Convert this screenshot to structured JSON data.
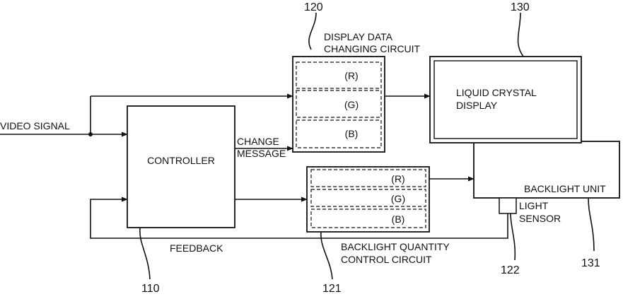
{
  "labels": {
    "video_signal": "VIDEO SIGNAL",
    "controller": "CONTROLLER",
    "change_message_1": "CHANGE",
    "change_message_2": "MESSAGE",
    "display_data_1": "DISPLAY DATA",
    "display_data_2": "CHANGING CIRCUIT",
    "lcd_1": "LIQUID CRYSTAL",
    "lcd_2": "DISPLAY",
    "backlight_unit": "BACKLIGHT UNIT",
    "light_sensor_1": "LIGHT",
    "light_sensor_2": "SENSOR",
    "feedback": "FEEDBACK",
    "backlight_qty_1": "BACKLIGHT QUANTITY",
    "backlight_qty_2": "CONTROL CIRCUIT"
  },
  "display_channels": [
    "(R)",
    "(G)",
    "(B)"
  ],
  "backlight_channels": [
    "(R)",
    "(G)",
    "(B)"
  ],
  "refs": {
    "r110": "110",
    "r120": "120",
    "r121": "121",
    "r122": "122",
    "r130": "130",
    "r131": "131"
  }
}
